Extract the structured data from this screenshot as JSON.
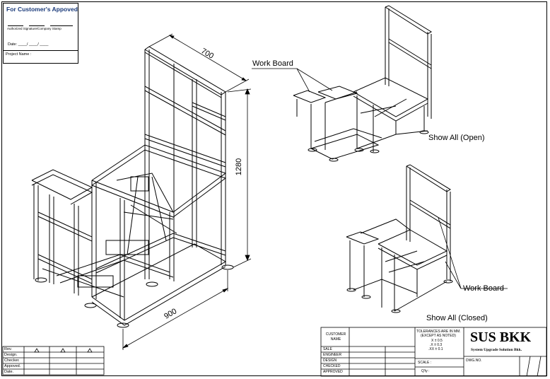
{
  "approval_box": {
    "title": "For Customer's  Appoved",
    "signature_caption": "Authorized Signature/Company Stamp",
    "date_label": "Date: ____/ ____/ ____",
    "project_label": "Project Name :"
  },
  "dimensions": {
    "depth": "700",
    "height": "1280",
    "width": "900"
  },
  "labels": {
    "work_board_top": "Work Board",
    "work_board_bottom": "Work Board",
    "show_open": "Show All (Open)",
    "show_closed": "Show All (Closed)"
  },
  "revision_table": {
    "rows": [
      "Rev.",
      "Design.",
      "Checker.",
      "Appoved.",
      "Date."
    ]
  },
  "title_block": {
    "customer_name": "CUSTOMER\nNAME",
    "roles": [
      "SALE",
      "ENGINEER",
      "DESIGN",
      "CHECKED",
      "APPROVED"
    ],
    "tolerance_title": "TOLERANCES ARE IN MM.",
    "tolerance_sub": "(EXCEPT AS NOTED)",
    "tol_x": "X    ±  0.5",
    "tol_xx": ".X    ±  0.3",
    ".tol_xxx": ".XX  ±  0.1",
    "scale_label": "SCALE :",
    "qty_label": "Q'ty  :",
    "company": "SUS BKK",
    "company_sub": "System Upgrade Solution Bkk.",
    "dwg_no_label": "DWG.NO."
  }
}
